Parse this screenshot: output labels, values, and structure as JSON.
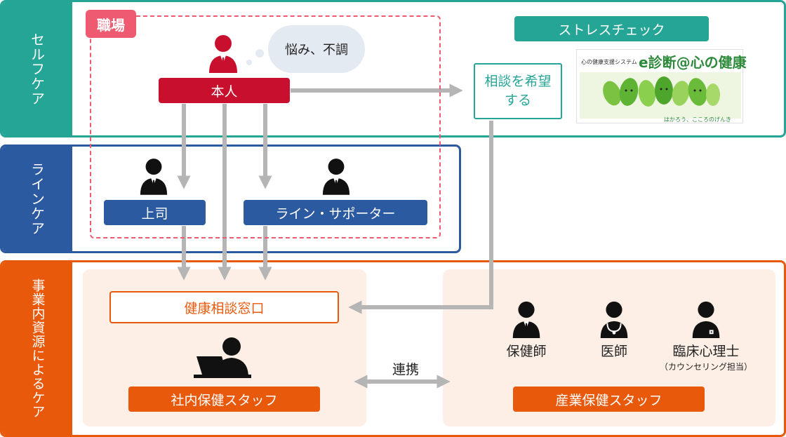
{
  "sections": {
    "self_care": "セルフケア",
    "line_care": "ラインケア",
    "internal_care": "事業内資源によるケア"
  },
  "workplace": {
    "tag": "職場",
    "person_label": "本人",
    "thought": "悩み、不調",
    "boss": "上司",
    "line_supporter": "ライン・サポーター"
  },
  "self_care_area": {
    "stress_check": "ストレスチェック",
    "consult": "相談を希望する",
    "brand": {
      "small_text": "心の健康支援システム",
      "title": "e診断@心の健康",
      "tagline": "はかろう、こころのげんき"
    }
  },
  "internal": {
    "health_desk": "健康相談窓口",
    "in_house_staff": "社内保健スタッフ",
    "industrial_staff": "産業保健スタッフ",
    "coop": "連携",
    "roles": [
      {
        "name": "保健師",
        "icon": "person-tie-icon"
      },
      {
        "name": "医師",
        "icon": "person-stethoscope-icon"
      },
      {
        "name": "臨床心理士",
        "note": "（カウンセリング担当）",
        "icon": "person-badge-icon"
      }
    ]
  },
  "colors": {
    "teal": "#25a596",
    "blue": "#2c5aa0",
    "orange": "#e8590c",
    "red": "#c8102e",
    "pink": "#ee5a6f",
    "arrow": "#b5b5b5"
  }
}
